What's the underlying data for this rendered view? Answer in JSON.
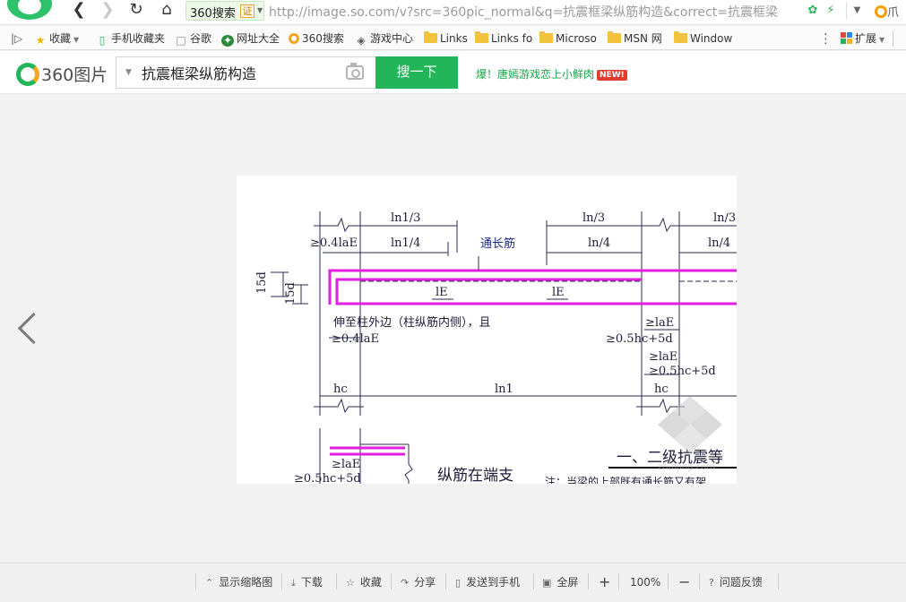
{
  "browser": {
    "search_engine": "360搜索",
    "cert_badge": "证",
    "url": "http://image.so.com/v?src=360pic_normal&q=抗震框梁纵筋构造&correct=抗震框梁",
    "right_text": "爪"
  },
  "bookmarks": [
    {
      "label": "收藏",
      "icon": "star-icon"
    },
    {
      "label": "手机收藏夹",
      "icon": "phone-icon"
    },
    {
      "label": "谷歌",
      "icon": "page-icon"
    },
    {
      "label": "网址大全",
      "icon": "compass-icon"
    },
    {
      "label": "360搜索",
      "icon": "ring-icon"
    },
    {
      "label": "游戏中心",
      "icon": "gamepad-icon"
    },
    {
      "label": "Links",
      "icon": "folder-icon"
    },
    {
      "label": "Links fo",
      "icon": "folder-icon"
    },
    {
      "label": "Microso",
      "icon": "folder-icon"
    },
    {
      "label": "MSN 网",
      "icon": "folder-icon"
    },
    {
      "label": "Window",
      "icon": "folder-icon"
    }
  ],
  "extensions_label": "扩展",
  "site": {
    "logo_text": "360图片",
    "search_value": "抗震框梁纵筋构造",
    "search_button": "搜一下",
    "promo_text": "爆！唐嫣游戏恋上小鲜肉",
    "promo_badge": "NEW!"
  },
  "drawing": {
    "ln1_3": "ln1/3",
    "ln1_4": "ln1/4",
    "ln_3a": "ln/3",
    "ln_4a": "ln/4",
    "ln_3b": "ln/3",
    "ln_4b": "ln/4",
    "continuous_bar": "通长筋",
    "lae_1": "≥0.4laE",
    "d15_a": "15d",
    "d15_b": "15d",
    "le_1": "lE",
    "le_2": "lE",
    "note_1": "伸至柱外边（柱纵筋内侧），且",
    "lae_2": "≥0.4laE",
    "lae_3": "≥laE",
    "hc5d_1": "≥0.5hc+5d",
    "lae_4": "≥laE",
    "hc5d_2": "≥0.5hc+5d",
    "hc_1": "hc",
    "ln1": "ln1",
    "hc_2": "hc",
    "lae_5": "≥laE",
    "hc5d_3": "≥0.5hc+5d",
    "anchor_title": "纵筋在端支",
    "grade_title": "一、二级抗震等",
    "note_2": "注：当梁的上部既有通长筋又有架",
    "watermark": "zhulong.com"
  },
  "toolbar": {
    "thumbnail": "显示缩略图",
    "download": "下载",
    "favorite": "收藏",
    "share": "分享",
    "send_phone": "发送到手机",
    "fullscreen": "全屏",
    "zoom_in": "+",
    "zoom_level": "100%",
    "zoom_out": "−",
    "feedback": "问题反馈"
  }
}
